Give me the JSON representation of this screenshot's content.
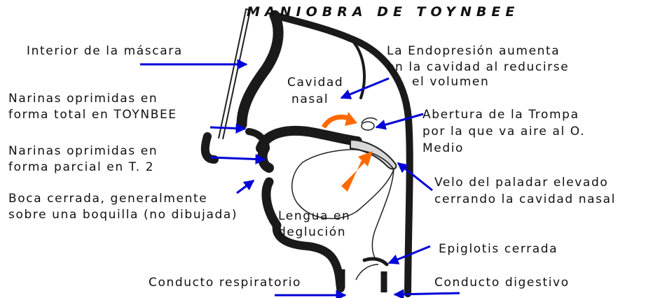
{
  "title": "MANIOBRA DE TOYNBEE",
  "labels": {
    "interior": "Interior de la máscara",
    "endopresion_1": "La Endopresión aumenta",
    "endopresion_2": "en la cavidad al reducirse",
    "endopresion_3": "el volumen",
    "cavidad_1": "Cavidad",
    "cavidad_2": "nasal",
    "narinas_total_1": "Narinas oprimidas en",
    "narinas_total_2": "forma total en TOYNBEE",
    "abertura_1": "Abertura de la Trompa",
    "abertura_2": "por la que va aire al O.",
    "abertura_3": "Medio",
    "narinas_parcial_1": "Narinas oprimidas en",
    "narinas_parcial_2": "forma parcial en T. 2",
    "velo_1": "Velo del paladar elevado",
    "velo_2": "cerrando la cavidad nasal",
    "boca_1": "Boca cerrada, generalmente",
    "boca_2": "sobre una boquilla (no dibujada)",
    "lengua_1": "Lengua en",
    "lengua_2": "deglución",
    "epiglotis": "Epiglotis cerrada",
    "respiratorio": "Conducto respiratorio",
    "digestivo": "Conducto digestivo"
  },
  "colors": {
    "arrow": "#0000d8",
    "anatomy": "#1a1a1a",
    "pressure_arrow": "#ff6a00",
    "palate": "#d8d8d8"
  }
}
